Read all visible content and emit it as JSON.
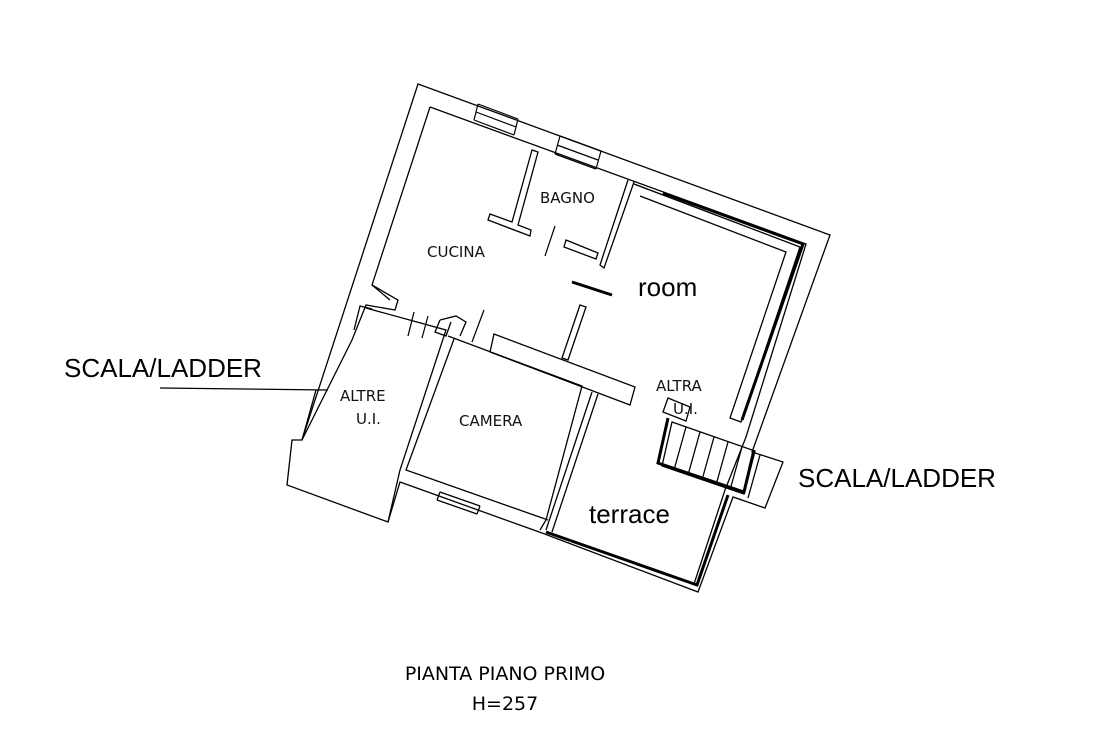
{
  "rooms": {
    "bagno": "BAGNO",
    "cucina": "CUCINA",
    "room": "room",
    "altre_line1": "ALTRE",
    "altre_line2": "U.I.",
    "camera": "CAMERA",
    "altra_line1": "ALTRA",
    "altra_line2": "U.I.",
    "terrace": "terrace"
  },
  "annotations": {
    "ladder_left": "SCALA/LADDER",
    "ladder_right": "SCALA/LADDER"
  },
  "caption": {
    "title": "PIANTA PIANO PRIMO",
    "height": "H=257"
  }
}
